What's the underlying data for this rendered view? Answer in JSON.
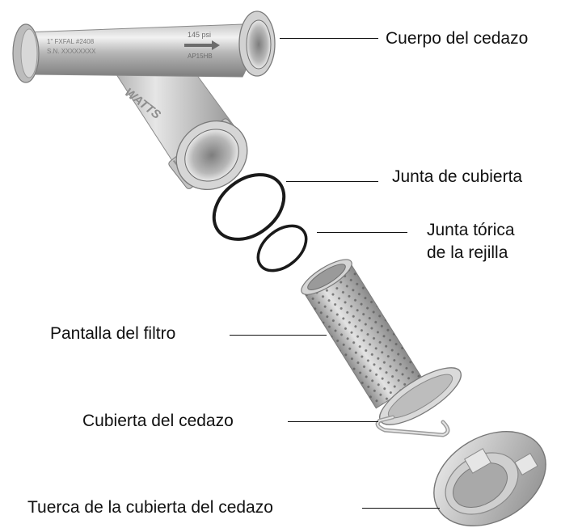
{
  "labels": {
    "strainer_body": "Cuerpo del cedazo",
    "cover_gasket": "Junta de cubierta",
    "screen_oring_line1": "Junta tórica",
    "screen_oring_line2": "de la rejilla",
    "filter_screen": "Pantalla del filtro",
    "strainer_cover": "Cubierta del cedazo",
    "cover_nut": "Tuerca de la cubierta del cedazo"
  },
  "body_markings": {
    "size_line": "1\" FXFAL #2408",
    "serial_line": "S.N. XXXXXXXX",
    "pressure": "145 psi",
    "model": "AP15HB",
    "brand": "WATTS"
  },
  "colors": {
    "steel_light": "#d9d9d9",
    "steel_dark": "#8a8a8a",
    "gasket": "#1a1a1a",
    "text": "#111111"
  }
}
